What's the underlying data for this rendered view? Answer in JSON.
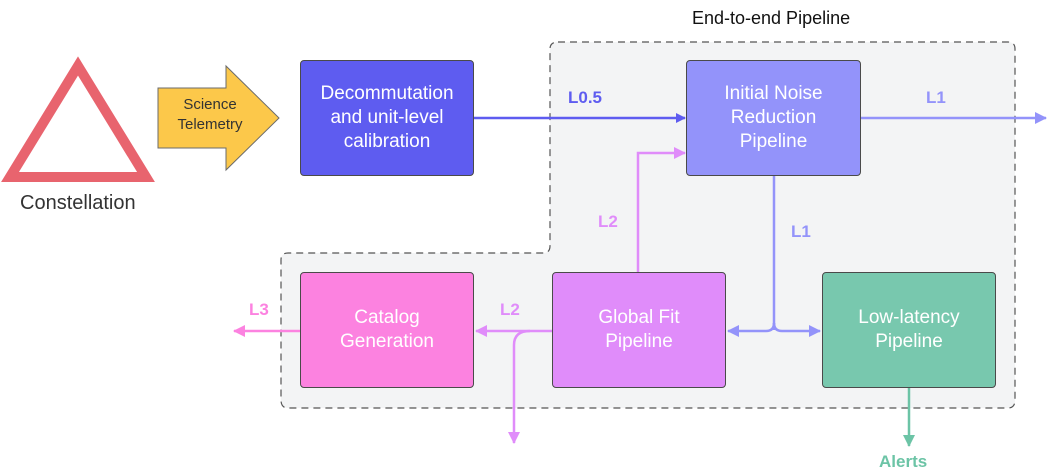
{
  "title": "End-to-end Pipeline",
  "constellation": {
    "label": "Constellation"
  },
  "telemetry": {
    "label": "Science\nTelemetry"
  },
  "boxes": {
    "decom": {
      "label": "Decommutation\nand unit-level\ncalibration",
      "color": "#5e5cf0"
    },
    "noise": {
      "label": "Initial Noise\nReduction\nPipeline",
      "color": "#9393fa"
    },
    "catalog": {
      "label": "Catalog\nGeneration",
      "color": "#fc82e0"
    },
    "globalfit": {
      "label": "Global Fit\nPipeline",
      "color": "#e08cfa"
    },
    "lowlatency": {
      "label": "Low-latency\nPipeline",
      "color": "#78c8ae"
    }
  },
  "edge_labels": {
    "l05": "L0.5",
    "l1_out": "L1",
    "l1_down": "L1",
    "l2_up": "L2",
    "l2_left": "L2",
    "l3": "L3",
    "alerts": "Alerts"
  },
  "colors": {
    "constellation": "#e8646e",
    "telemetry_fill": "#fcc84a",
    "l05": "#5e5cf0",
    "l1": "#9393fa",
    "l2": "#e08cfa",
    "l3": "#fc82e0",
    "alerts": "#6cc4a6",
    "region_fill": "#f3f4f5",
    "region_border": "#555555"
  }
}
